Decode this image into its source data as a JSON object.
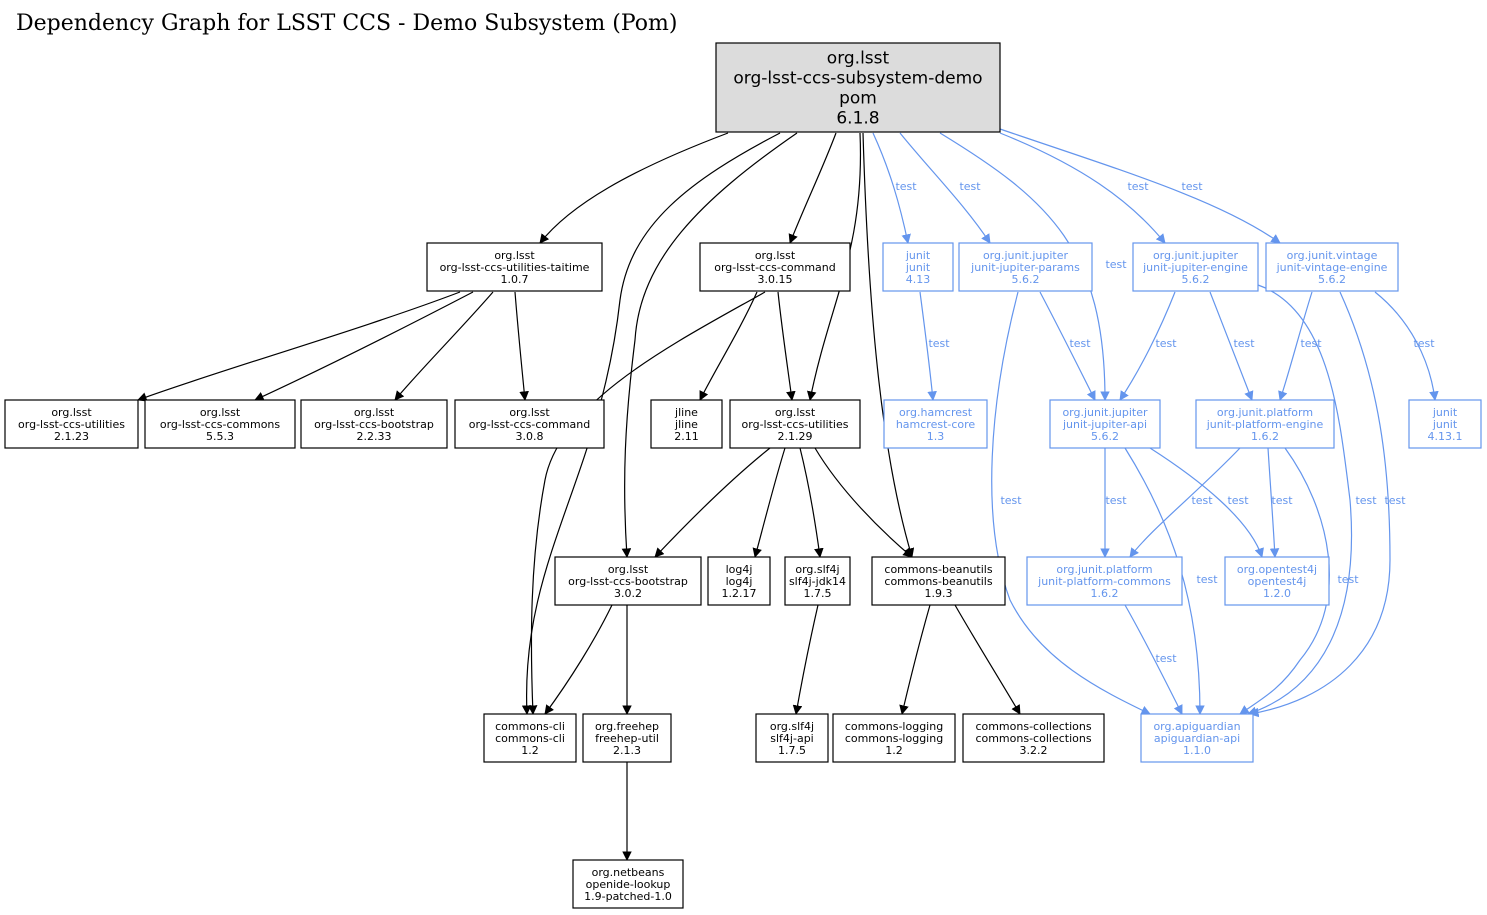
{
  "title": "Dependency Graph for LSST CCS - Demo Subsystem (Pom)",
  "colors": {
    "compile": "#000000",
    "test": "#6495ED",
    "root_fill": "#DCDCDC"
  },
  "nodes": [
    {
      "id": "root",
      "lines": [
        "org.lsst",
        "org-lsst-ccs-subsystem-demo",
        "pom",
        "6.1.8"
      ],
      "scope": "root"
    },
    {
      "id": "taitime",
      "lines": [
        "org.lsst",
        "org-lsst-ccs-utilities-taitime",
        "1.0.7"
      ],
      "scope": "compile"
    },
    {
      "id": "command3015",
      "lines": [
        "org.lsst",
        "org-lsst-ccs-command",
        "3.0.15"
      ],
      "scope": "compile"
    },
    {
      "id": "junit413",
      "lines": [
        "junit",
        "junit",
        "4.13"
      ],
      "scope": "test"
    },
    {
      "id": "jparams",
      "lines": [
        "org.junit.jupiter",
        "junit-jupiter-params",
        "5.6.2"
      ],
      "scope": "test"
    },
    {
      "id": "jengine",
      "lines": [
        "org.junit.jupiter",
        "junit-jupiter-engine",
        "5.6.2"
      ],
      "scope": "test"
    },
    {
      "id": "vintage",
      "lines": [
        "org.junit.vintage",
        "junit-vintage-engine",
        "5.6.2"
      ],
      "scope": "test"
    },
    {
      "id": "utilities2123",
      "lines": [
        "org.lsst",
        "org-lsst-ccs-utilities",
        "2.1.23"
      ],
      "scope": "compile"
    },
    {
      "id": "commons553",
      "lines": [
        "org.lsst",
        "org-lsst-ccs-commons",
        "5.5.3"
      ],
      "scope": "compile"
    },
    {
      "id": "bootstrap2233",
      "lines": [
        "org.lsst",
        "org-lsst-ccs-bootstrap",
        "2.2.33"
      ],
      "scope": "compile"
    },
    {
      "id": "command308",
      "lines": [
        "org.lsst",
        "org-lsst-ccs-command",
        "3.0.8"
      ],
      "scope": "compile"
    },
    {
      "id": "jline",
      "lines": [
        "jline",
        "jline",
        "2.11"
      ],
      "scope": "compile"
    },
    {
      "id": "utilities2129",
      "lines": [
        "org.lsst",
        "org-lsst-ccs-utilities",
        "2.1.29"
      ],
      "scope": "compile"
    },
    {
      "id": "hamcrest",
      "lines": [
        "org.hamcrest",
        "hamcrest-core",
        "1.3"
      ],
      "scope": "test"
    },
    {
      "id": "japi",
      "lines": [
        "org.junit.jupiter",
        "junit-jupiter-api",
        "5.6.2"
      ],
      "scope": "test"
    },
    {
      "id": "platengine",
      "lines": [
        "org.junit.platform",
        "junit-platform-engine",
        "1.6.2"
      ],
      "scope": "test"
    },
    {
      "id": "junit4131",
      "lines": [
        "junit",
        "junit",
        "4.13.1"
      ],
      "scope": "test"
    },
    {
      "id": "bootstrap302",
      "lines": [
        "org.lsst",
        "org-lsst-ccs-bootstrap",
        "3.0.2"
      ],
      "scope": "compile"
    },
    {
      "id": "log4j",
      "lines": [
        "log4j",
        "log4j",
        "1.2.17"
      ],
      "scope": "compile"
    },
    {
      "id": "slf4jjdk",
      "lines": [
        "org.slf4j",
        "slf4j-jdk14",
        "1.7.5"
      ],
      "scope": "compile"
    },
    {
      "id": "beanutils",
      "lines": [
        "commons-beanutils",
        "commons-beanutils",
        "1.9.3"
      ],
      "scope": "compile"
    },
    {
      "id": "platcommons",
      "lines": [
        "org.junit.platform",
        "junit-platform-commons",
        "1.6.2"
      ],
      "scope": "test"
    },
    {
      "id": "opentest4j",
      "lines": [
        "org.opentest4j",
        "opentest4j",
        "1.2.0"
      ],
      "scope": "test"
    },
    {
      "id": "cli",
      "lines": [
        "commons-cli",
        "commons-cli",
        "1.2"
      ],
      "scope": "compile"
    },
    {
      "id": "freehep",
      "lines": [
        "org.freehep",
        "freehep-util",
        "2.1.3"
      ],
      "scope": "compile"
    },
    {
      "id": "slf4japi",
      "lines": [
        "org.slf4j",
        "slf4j-api",
        "1.7.5"
      ],
      "scope": "compile"
    },
    {
      "id": "logging",
      "lines": [
        "commons-logging",
        "commons-logging",
        "1.2"
      ],
      "scope": "compile"
    },
    {
      "id": "collections",
      "lines": [
        "commons-collections",
        "commons-collections",
        "3.2.2"
      ],
      "scope": "compile"
    },
    {
      "id": "apiguardian",
      "lines": [
        "org.apiguardian",
        "apiguardian-api",
        "1.1.0"
      ],
      "scope": "test"
    },
    {
      "id": "openide",
      "lines": [
        "org.netbeans",
        "openide-lookup",
        "1.9-patched-1.0"
      ],
      "scope": "compile"
    }
  ],
  "edges": [
    {
      "from": "root",
      "to": "taitime",
      "scope": "compile",
      "label": ""
    },
    {
      "from": "root",
      "to": "cli",
      "scope": "compile",
      "label": ""
    },
    {
      "from": "root",
      "to": "bootstrap302",
      "scope": "compile",
      "label": ""
    },
    {
      "from": "root",
      "to": "command3015",
      "scope": "compile",
      "label": ""
    },
    {
      "from": "root",
      "to": "utilities2129",
      "scope": "compile",
      "label": ""
    },
    {
      "from": "root",
      "to": "beanutils",
      "scope": "compile",
      "label": ""
    },
    {
      "from": "root",
      "to": "junit413",
      "scope": "test",
      "label": "test"
    },
    {
      "from": "root",
      "to": "jparams",
      "scope": "test",
      "label": "test"
    },
    {
      "from": "root",
      "to": "japi",
      "scope": "test",
      "label": "test"
    },
    {
      "from": "root",
      "to": "jengine",
      "scope": "test",
      "label": "test"
    },
    {
      "from": "root",
      "to": "vintage",
      "scope": "test",
      "label": "test"
    },
    {
      "from": "taitime",
      "to": "utilities2123",
      "scope": "compile",
      "label": ""
    },
    {
      "from": "taitime",
      "to": "commons553",
      "scope": "compile",
      "label": ""
    },
    {
      "from": "taitime",
      "to": "bootstrap2233",
      "scope": "compile",
      "label": ""
    },
    {
      "from": "taitime",
      "to": "command308",
      "scope": "compile",
      "label": ""
    },
    {
      "from": "command3015",
      "to": "cli",
      "scope": "compile",
      "label": ""
    },
    {
      "from": "command3015",
      "to": "jline",
      "scope": "compile",
      "label": ""
    },
    {
      "from": "command3015",
      "to": "utilities2129",
      "scope": "compile",
      "label": ""
    },
    {
      "from": "junit413",
      "to": "hamcrest",
      "scope": "test",
      "label": "test"
    },
    {
      "from": "jparams",
      "to": "japi",
      "scope": "test",
      "label": "test"
    },
    {
      "from": "jparams",
      "to": "apiguardian",
      "scope": "test",
      "label": "test"
    },
    {
      "from": "jengine",
      "to": "japi",
      "scope": "test",
      "label": "test"
    },
    {
      "from": "jengine",
      "to": "platengine",
      "scope": "test",
      "label": "test"
    },
    {
      "from": "jengine",
      "to": "apiguardian",
      "scope": "test",
      "label": "test"
    },
    {
      "from": "vintage",
      "to": "platengine",
      "scope": "test",
      "label": "test"
    },
    {
      "from": "vintage",
      "to": "junit4131",
      "scope": "test",
      "label": "test"
    },
    {
      "from": "vintage",
      "to": "apiguardian",
      "scope": "test",
      "label": "test"
    },
    {
      "from": "utilities2129",
      "to": "bootstrap302",
      "scope": "compile",
      "label": ""
    },
    {
      "from": "utilities2129",
      "to": "log4j",
      "scope": "compile",
      "label": ""
    },
    {
      "from": "utilities2129",
      "to": "slf4jjdk",
      "scope": "compile",
      "label": ""
    },
    {
      "from": "utilities2129",
      "to": "beanutils",
      "scope": "compile",
      "label": ""
    },
    {
      "from": "japi",
      "to": "platcommons",
      "scope": "test",
      "label": "test"
    },
    {
      "from": "japi",
      "to": "opentest4j",
      "scope": "test",
      "label": "test"
    },
    {
      "from": "japi",
      "to": "apiguardian",
      "scope": "test",
      "label": "test"
    },
    {
      "from": "platengine",
      "to": "platcommons",
      "scope": "test",
      "label": "test"
    },
    {
      "from": "platengine",
      "to": "opentest4j",
      "scope": "test",
      "label": "test"
    },
    {
      "from": "platengine",
      "to": "apiguardian",
      "scope": "test",
      "label": "test"
    },
    {
      "from": "bootstrap302",
      "to": "cli",
      "scope": "compile",
      "label": ""
    },
    {
      "from": "bootstrap302",
      "to": "freehep",
      "scope": "compile",
      "label": ""
    },
    {
      "from": "slf4jjdk",
      "to": "slf4japi",
      "scope": "compile",
      "label": ""
    },
    {
      "from": "beanutils",
      "to": "logging",
      "scope": "compile",
      "label": ""
    },
    {
      "from": "beanutils",
      "to": "collections",
      "scope": "compile",
      "label": ""
    },
    {
      "from": "platcommons",
      "to": "apiguardian",
      "scope": "test",
      "label": "test"
    },
    {
      "from": "freehep",
      "to": "openide",
      "scope": "compile",
      "label": ""
    }
  ]
}
